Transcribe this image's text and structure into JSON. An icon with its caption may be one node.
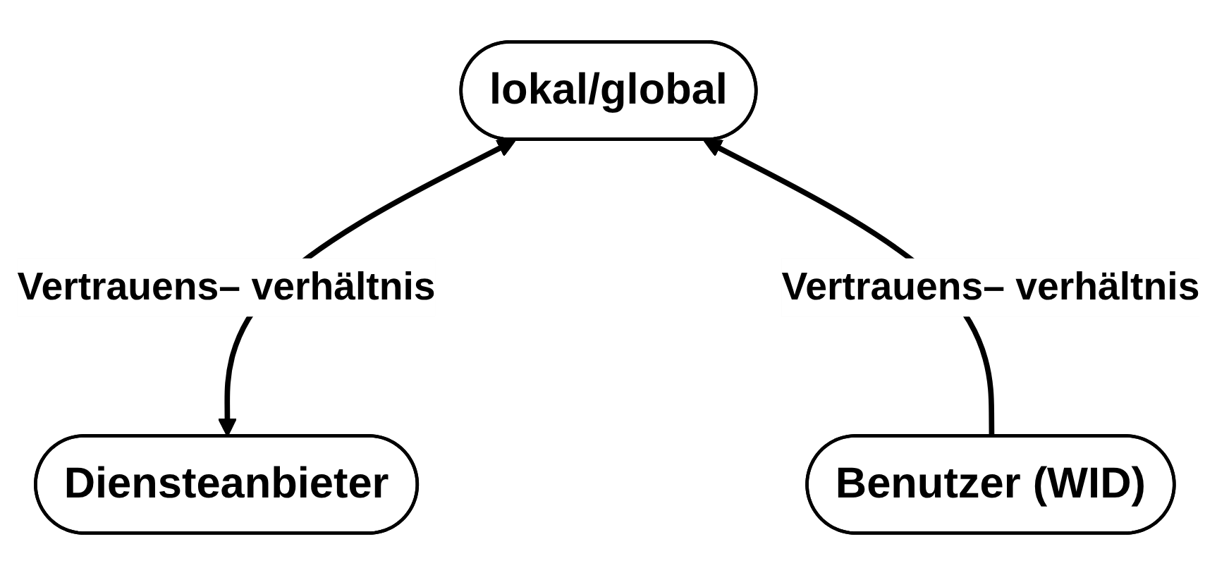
{
  "diagram": {
    "nodes": [
      {
        "text": [
          "lokal/global"
        ]
      },
      {
        "text": [
          "Diensteanbieter"
        ]
      },
      {
        "text": [
          "Benutzer (WID)"
        ]
      }
    ],
    "edges": [
      {
        "from": 1,
        "to": 0,
        "arrow": "both",
        "label": "Vertrauens– verhältnis"
      },
      {
        "from": 2,
        "to": 0,
        "arrow": "to",
        "label": "Vertrauens– verhältnis"
      }
    ]
  }
}
